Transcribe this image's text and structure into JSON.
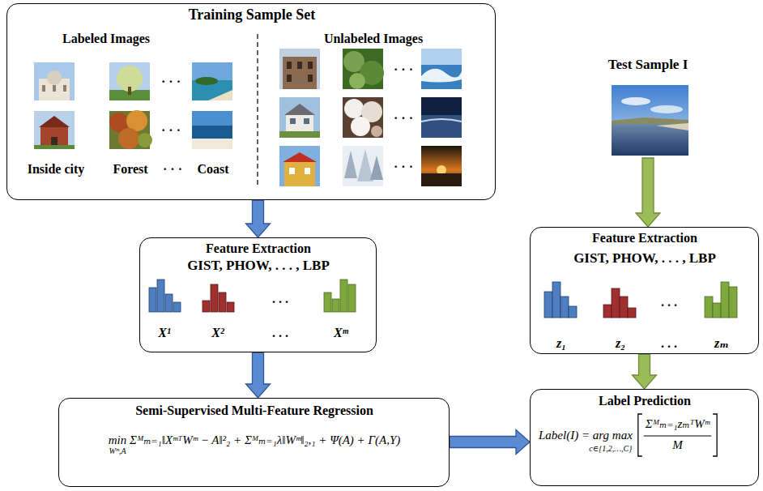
{
  "diagram": {
    "nodes": [
      {
        "text": [
          "Training Sample Set",
          "Labeled Images",
          "Unlabeled Images",
          "· · ·",
          "· · ·",
          "· · ·",
          "· · ·",
          "Inside city",
          "Forest",
          "· · ·",
          "Coast",
          "· · ·"
        ]
      },
      {
        "text": [
          "Feature Extraction",
          "GIST, PHOW, . . . , LBP",
          ". . .",
          "X¹",
          "X²",
          ". . .",
          "Xᵐ"
        ]
      },
      {
        "text": [
          "Semi-Supervised Multi-Feature Regression",
          "min Σᴹₘ₌₁‖XᵐᵀWᵐ − A‖²₂ + Σᴹₘ₌₁λ‖Wᵐ‖₂,₁ + Ψ(A) + Γ(A,Y)",
          "Wᵐ,A"
        ]
      },
      {
        "text": [
          "Test Sample I"
        ]
      },
      {
        "text": [
          "Feature Extraction",
          "GIST, PHOW, . . . , LBP",
          ". . .",
          "z₁",
          "z₂",
          ". . .",
          "zₘ"
        ]
      },
      {
        "text": [
          "Label Prediction",
          "Label(I) = arg max",
          "c∈{1,2,…,C}",
          "Σᴹₘ₌₁zₘᵀWᵐ",
          "M"
        ]
      }
    ],
    "edges": [
      {
        "from": 0,
        "to": 1,
        "arrow": "to"
      },
      {
        "from": 1,
        "to": 2,
        "arrow": "to"
      },
      {
        "from": 2,
        "to": 5,
        "arrow": "to"
      },
      {
        "from": 3,
        "to": 4,
        "arrow": "to"
      },
      {
        "from": 4,
        "to": 5,
        "arrow": "to"
      }
    ]
  }
}
